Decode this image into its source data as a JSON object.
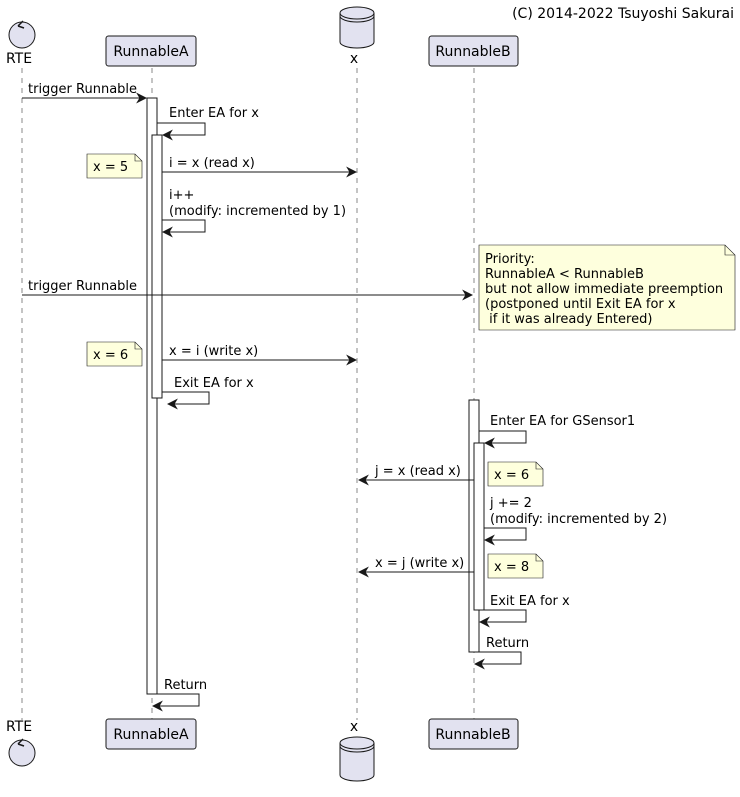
{
  "copyright": "(C) 2014-2022 Tsuyoshi Sakurai",
  "participants": {
    "rte": "RTE",
    "runnable_a": "RunnableA",
    "x": "x",
    "runnable_b": "RunnableB"
  },
  "messages": {
    "m1": "trigger Runnable",
    "m2": "Enter EA for x",
    "m3": "i = x (read x)",
    "m4_l1": "i++",
    "m4_l2": "(modify: incremented by 1)",
    "m5": "trigger Runnable",
    "m6": "x = i (write x)",
    "m7": "Exit EA for x",
    "m8": "Enter EA for GSensor1",
    "m9": "j = x (read x)",
    "m10_l1": "j += 2",
    "m10_l2": "(modify: incremented by 2)",
    "m11": "x = j (write x)",
    "m12": "Exit EA for x",
    "m13": "Return",
    "m14": "Return"
  },
  "notes": {
    "n1": "x = 5",
    "n2": "x = 6",
    "n3": "x = 6",
    "n4": "x = 8",
    "priority": [
      "Priority:",
      "RunnableA < RunnableB",
      "but not allow immediate preemption",
      "(postponed until Exit EA for x",
      " if it was already Entered)"
    ]
  },
  "colors": {
    "participant_fill": "#E2E2F0",
    "participant_border": "#181818",
    "note_fill": "#FEFFDD",
    "lifeline": "#888888"
  }
}
